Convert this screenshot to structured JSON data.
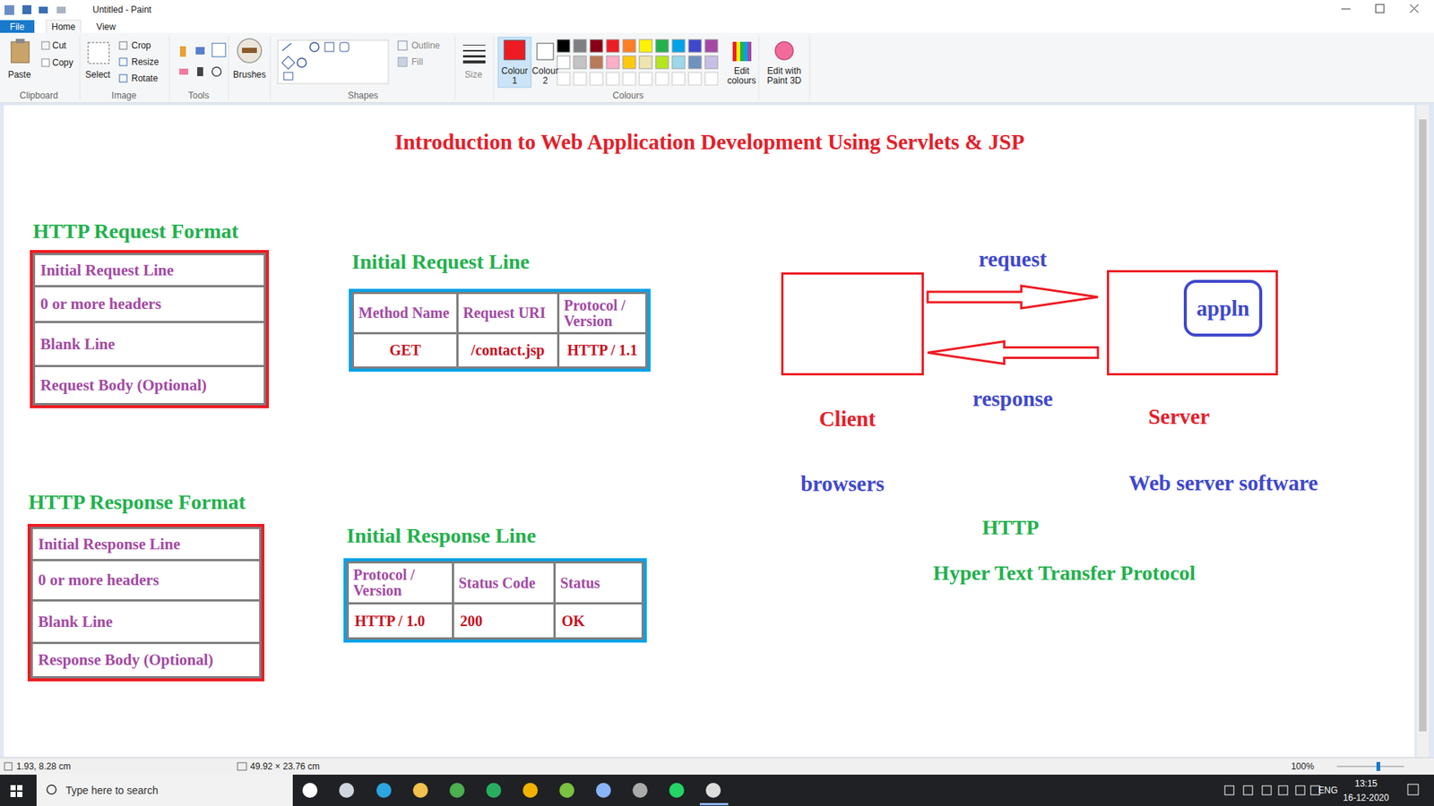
{
  "diagram": {
    "title": "Introduction to Web Application Development Using Servlets & JSP",
    "nodes": [
      {
        "text": [
          "HTTP Request Format"
        ]
      },
      {
        "text": [
          "Initial Request Line"
        ],
        "in": 0
      },
      {
        "text": [
          "0 or more headers"
        ],
        "in": 0
      },
      {
        "text": [
          "Blank Line"
        ],
        "in": 0
      },
      {
        "text": [
          "Request Body (Optional)"
        ],
        "in": 0
      },
      {
        "text": [
          "Initial Request Line"
        ]
      },
      {
        "text": [
          "Method Name"
        ],
        "in": 5
      },
      {
        "text": [
          "Request URI"
        ],
        "in": 5
      },
      {
        "text": [
          "Protocol / Version"
        ],
        "in": 5
      },
      {
        "text": [
          "GET"
        ],
        "in": 5
      },
      {
        "text": [
          "/contact.jsp"
        ],
        "in": 5
      },
      {
        "text": [
          "HTTP / 1.1"
        ],
        "in": 5
      },
      {
        "text": [
          "Client"
        ]
      },
      {
        "text": [
          "Server"
        ]
      },
      {
        "text": [
          "appln"
        ],
        "in": 13
      },
      {
        "text": [
          "HTTP Response Format"
        ]
      },
      {
        "text": [
          "Initial Response Line"
        ],
        "in": 15
      },
      {
        "text": [
          "0 or more headers"
        ],
        "in": 15
      },
      {
        "text": [
          "Blank Line"
        ],
        "in": 15
      },
      {
        "text": [
          "Response Body (Optional)"
        ],
        "in": 15
      },
      {
        "text": [
          "Initial Response Line"
        ]
      },
      {
        "text": [
          "Protocol / Version"
        ],
        "in": 20
      },
      {
        "text": [
          "Status Code"
        ],
        "in": 20
      },
      {
        "text": [
          "Status"
        ],
        "in": 20
      },
      {
        "text": [
          "HTTP / 1.0"
        ],
        "in": 20
      },
      {
        "text": [
          "200"
        ],
        "in": 20
      },
      {
        "text": [
          "OK"
        ],
        "in": 20
      }
    ],
    "edges": [
      {
        "from": 12,
        "to": 13,
        "label": "request",
        "arrow": "to"
      },
      {
        "from": 13,
        "to": 12,
        "label": "response",
        "arrow": "to"
      }
    ],
    "labels": [
      "Untitled - Paint",
      "File",
      "Home",
      "View",
      "Paste",
      "Cut",
      "Copy",
      "Clipboard",
      "Select",
      "Crop",
      "Resize",
      "Rotate",
      "Image",
      "Tools",
      "Brushes",
      "Outline",
      "Fill",
      "Shapes",
      "Size",
      "Colour 1",
      "Colour 2",
      "Colours",
      "Edit colours",
      "Edit with Paint 3D",
      "1.93, 8.28 cm",
      "49.92 × 23.76 cm",
      "100%",
      "Type here to search",
      "ENG",
      "13:15",
      "16-12-2020",
      "browsers",
      "Web server software",
      "HTTP",
      "Hyper Text Transfer Protocol"
    ]
  }
}
